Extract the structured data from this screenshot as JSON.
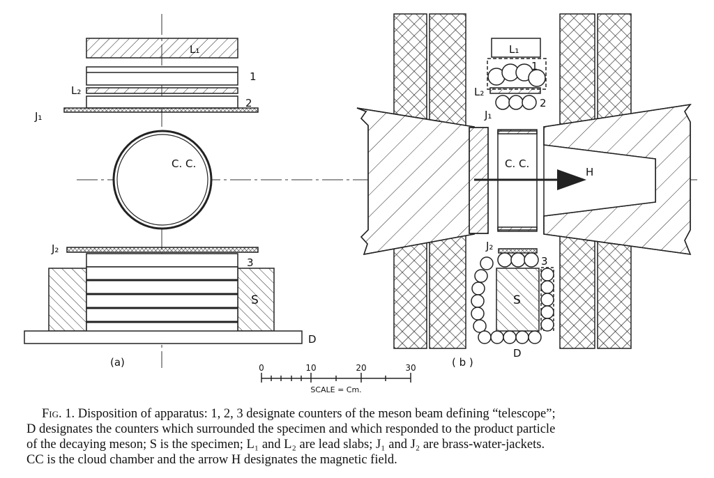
{
  "figure": {
    "panel_a": {
      "label": "(a)",
      "L1": "L₁",
      "counter1": "1",
      "L2": "L₂",
      "counter2": "2",
      "J1": "J₁",
      "cc": "C. C.",
      "J2": "J₂",
      "counter3": "3",
      "S": "S",
      "D": "D"
    },
    "panel_b": {
      "label": "( b )",
      "L1": "L₁",
      "counter1": "1",
      "L2": "L₂",
      "counter2": "2",
      "J1": "J₁",
      "cc": "C. C.",
      "H": "H",
      "J2": "J₂",
      "counter3": "3",
      "S": "S",
      "D": "D"
    },
    "scale": {
      "ticks": [
        "0",
        "10",
        "20",
        "30"
      ],
      "label": "SCALE = Cm."
    }
  },
  "caption": {
    "fig": "Fig. 1.",
    "line1": "Disposition of apparatus: 1, 2, 3 designate counters of the meson beam defining “telescope”;",
    "line2": "D designates the counters which surrounded the specimen and which responded to the product particle",
    "line3": "of the decaying meson; S is the specimen; L₁ and L₂ are lead slabs; J₁ and J₂ are brass-water-jackets.",
    "line4": "CC is the cloud chamber and the arrow H designates the magnetic field."
  }
}
